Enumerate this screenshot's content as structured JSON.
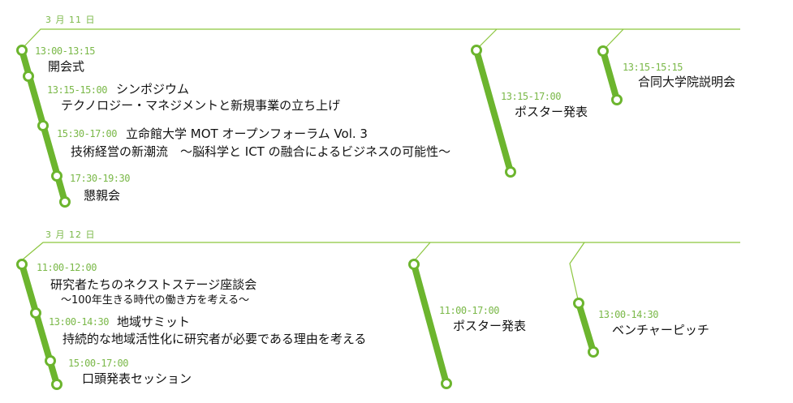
{
  "colors": {
    "line": "#6cb52e",
    "thin": "#8cc63f",
    "time": "#7ab848"
  },
  "day1": {
    "label": "3 月 11 日",
    "events": [
      {
        "time": "13:00-13:15",
        "title": "開会式"
      },
      {
        "time": "13:15-15:00",
        "title": "シンポジウム",
        "subtitle": "テクノロジー・マネジメントと新規事業の立ち上げ"
      },
      {
        "time": "15:30-17:00",
        "title": "立命館大学 MOT オープンフォーラム Vol. 3",
        "subtitle": "技術経営の新潮流　～脳科学と ICT の融合によるビジネスの可能性～"
      },
      {
        "time": "17:30-19:30",
        "title": "懇親会"
      },
      {
        "time": "13:15-17:00",
        "title": "ポスター発表"
      },
      {
        "time": "13:15-15:15",
        "title": "合同大学院説明会"
      }
    ]
  },
  "day2": {
    "label": "3 月 12 日",
    "events": [
      {
        "time": "11:00-12:00",
        "title": "研究者たちのネクストステージ座談会",
        "subtitle": "～100年生きる時代の働き方を考える～"
      },
      {
        "time": "13:00-14:30",
        "title": "地域サミット",
        "subtitle": "持続的な地域活性化に研究者が必要である理由を考える"
      },
      {
        "time": "15:00-17:00",
        "title": "口頭発表セッション"
      },
      {
        "time": "11:00-17:00",
        "title": "ポスター発表"
      },
      {
        "time": "13:00-14:30",
        "title": "ベンチャーピッチ"
      }
    ]
  }
}
